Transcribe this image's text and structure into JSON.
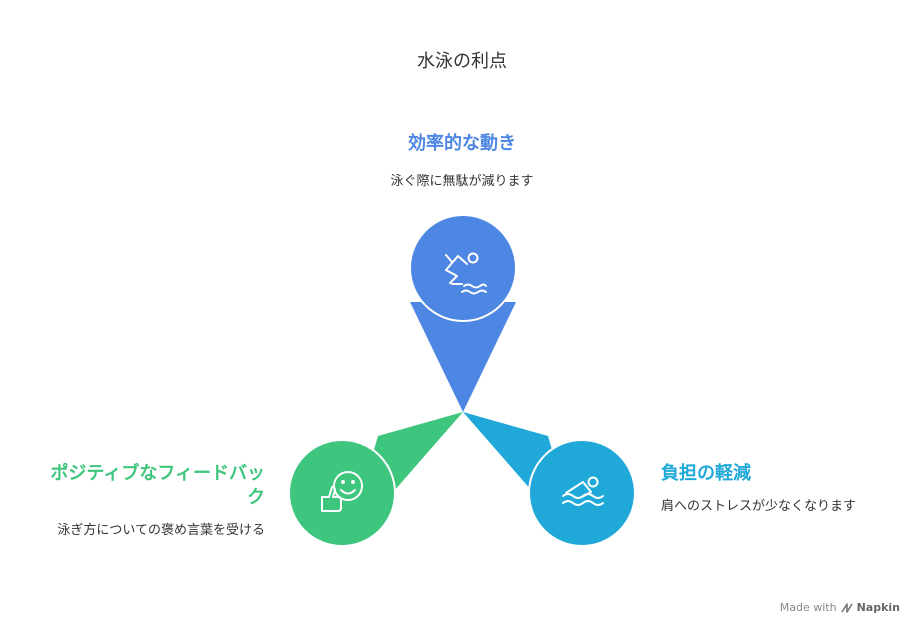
{
  "title": "水泳の利点",
  "items": [
    {
      "label": "効率的な動き",
      "description": "泳ぐ際に無駄が減ります",
      "color": "#4e86e4",
      "icon": "diving-swimmer-icon"
    },
    {
      "label": "負担の軽減",
      "description": "肩へのストレスが少なくなります",
      "color": "#20a9d8",
      "icon": "swimmer-waves-icon"
    },
    {
      "label": "ポジティブなフィードバック",
      "description": "泳ぎ方についての褒め言葉を受ける",
      "color": "#3ec57e",
      "icon": "smiling-thumbs-up-icon"
    }
  ],
  "footer": {
    "made_with": "Made with",
    "brand": "Napkin"
  }
}
